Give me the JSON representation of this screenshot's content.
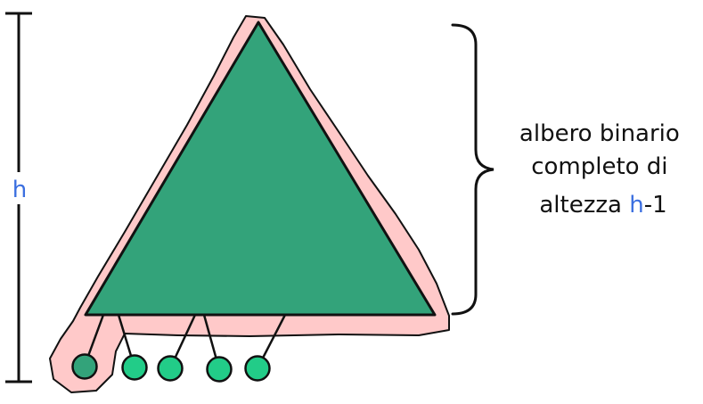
{
  "height_label": "h",
  "brace_label": {
    "line1": "albero binario",
    "line2": "completo di",
    "line3_prefix": "altezza ",
    "line3_var": "h",
    "line3_suffix": "-1"
  },
  "colors": {
    "triangle_fill": "#33a37a",
    "highlight_fill": "#ffc9c9",
    "leaf_fill": "#22cc88",
    "leaf_highlighted_fill": "#33a37a",
    "variable_text": "#3b6fe0",
    "stroke": "#111111"
  },
  "leaves": [
    {
      "highlighted": true
    },
    {
      "highlighted": false
    },
    {
      "highlighted": false
    },
    {
      "highlighted": false
    },
    {
      "highlighted": false
    }
  ]
}
